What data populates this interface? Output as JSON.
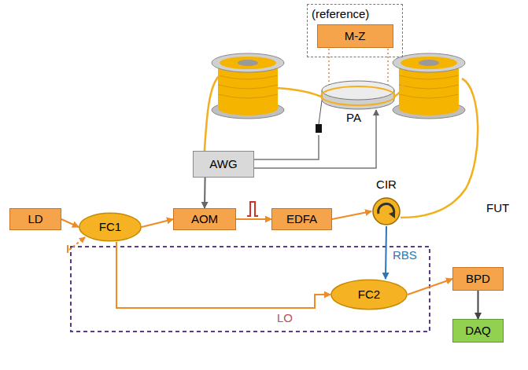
{
  "diagram": {
    "nodes": [
      {
        "text": [
          "(reference)"
        ]
      },
      {
        "text": [
          "M-Z"
        ],
        "in": 0
      },
      {
        "text": [
          "AWG"
        ]
      },
      {
        "text": [
          "LD"
        ]
      },
      {
        "text": [
          "FC1"
        ]
      },
      {
        "text": [
          "AOM"
        ]
      },
      {
        "text": [
          "EDFA"
        ]
      },
      {
        "text": [
          "CIR"
        ]
      },
      {
        "text": [
          "FC2"
        ]
      },
      {
        "text": [
          "BPD"
        ]
      },
      {
        "text": [
          "DAQ"
        ]
      }
    ],
    "edges": [
      {
        "from": 3,
        "to": 4,
        "arrow": "to"
      },
      {
        "from": 4,
        "to": 5,
        "arrow": "to"
      },
      {
        "from": 2,
        "to": 5,
        "arrow": "to"
      },
      {
        "from": 5,
        "to": 6,
        "arrow": "to"
      },
      {
        "from": 6,
        "to": 7,
        "arrow": "to"
      },
      {
        "from": 7,
        "to": 8,
        "label": "RBS",
        "arrow": "to"
      },
      {
        "from": 4,
        "to": 8,
        "label": "LO",
        "arrow": "to"
      },
      {
        "from": 8,
        "to": 9,
        "arrow": "to"
      },
      {
        "from": 9,
        "to": 10,
        "arrow": "to"
      }
    ],
    "labels": [
      "PA",
      "FUT"
    ]
  }
}
